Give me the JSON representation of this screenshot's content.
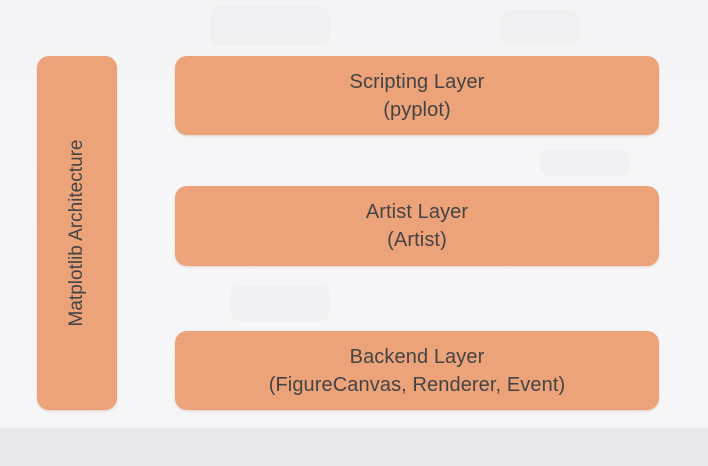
{
  "diagram": {
    "architecture_label": "Matplotlib Architecture",
    "layers": [
      {
        "title": "Scripting Layer",
        "subtitle": "(pyplot)"
      },
      {
        "title": "Artist Layer",
        "subtitle": "(Artist)"
      },
      {
        "title": "Backend Layer",
        "subtitle": "(FigureCanvas, Renderer, Event)"
      }
    ]
  },
  "colors": {
    "box_fill": "#eca37a",
    "text": "#444444",
    "background": "#f5f5f7"
  }
}
